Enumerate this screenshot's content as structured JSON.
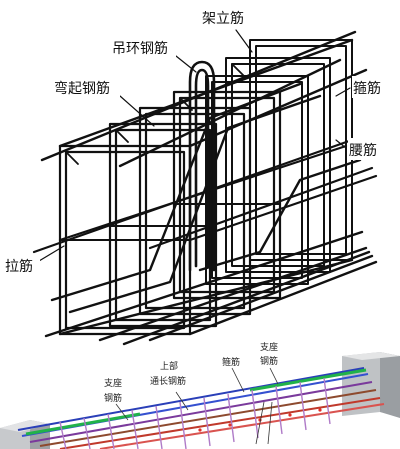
{
  "top_diagram": {
    "labels": {
      "jia_li_jin": "架立筋",
      "diao_huan_gang_jin": "吊环钢筋",
      "wan_qi_gang_jin": "弯起钢筋",
      "gu_jin": "箍筋",
      "yao_jin": "腰筋",
      "la_jin": "拉筋"
    }
  },
  "bottom_diagram": {
    "labels": {
      "zhi_zuo_left_1": "支座",
      "zhi_zuo_left_2": "钢筋",
      "shang_bu_1": "上部",
      "shang_bu_2": "通长钢筋",
      "gu_jin": "箍筋",
      "zhi_zuo_right_1": "支座",
      "zhi_zuo_right_2": "钢筋"
    }
  }
}
